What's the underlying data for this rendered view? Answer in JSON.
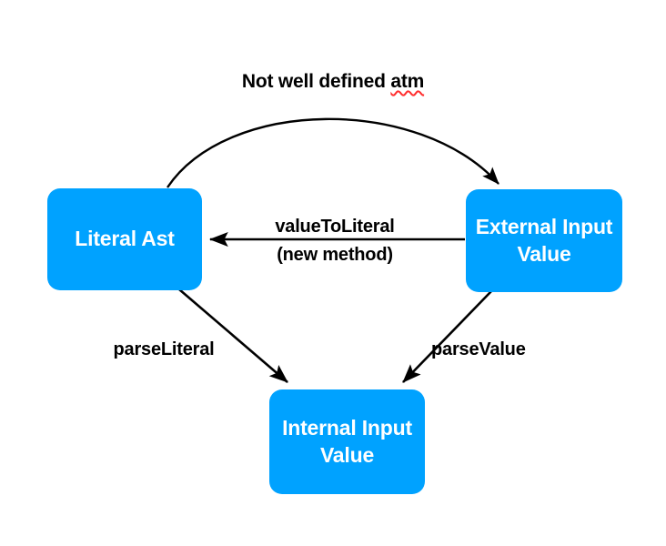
{
  "diagram": {
    "type": "flow-diagram",
    "background_color": "#ffffff",
    "node_color": "#00a2ff",
    "node_text_color": "#ffffff",
    "edge_color": "#000000",
    "spellcheck_underline_color": "#ff2d2d",
    "title": "Not well defined atm",
    "nodes": [
      {
        "id": "literal-ast",
        "label": "Literal Ast"
      },
      {
        "id": "external-input-value",
        "label": "External Input Value"
      },
      {
        "id": "internal-input-value",
        "label": "Internal Input Value"
      }
    ],
    "edges": [
      {
        "id": "curved-top",
        "from": "literal-ast",
        "to": "external-input-value",
        "label_main": "Not well defined",
        "label_spell_error": "atm",
        "style": "curved",
        "direction": "left-to-right"
      },
      {
        "id": "value-to-literal",
        "from": "external-input-value",
        "to": "literal-ast",
        "label_line1": "valueToLiteral",
        "label_line2": "(new method)",
        "style": "straight",
        "direction": "right-to-left"
      },
      {
        "id": "parse-literal",
        "from": "literal-ast",
        "to": "internal-input-value",
        "label": "parseLiteral",
        "style": "straight",
        "direction": "down-right"
      },
      {
        "id": "parse-value",
        "from": "external-input-value",
        "to": "internal-input-value",
        "label": "parseValue",
        "style": "straight",
        "direction": "down-left"
      }
    ]
  }
}
